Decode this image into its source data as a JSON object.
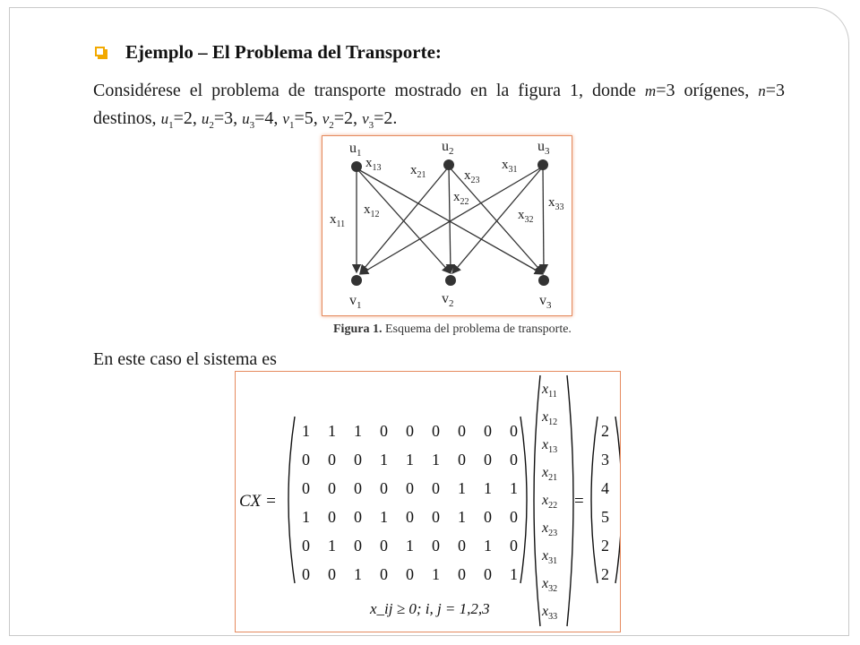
{
  "heading": {
    "text": "Ejemplo – El Problema del Transporte:"
  },
  "intro": {
    "p1": "Considérese el problema de transporte mostrado en la figura 1, donde ",
    "m": "m",
    "eq_m": "=3 orígenes, ",
    "n": "n",
    "eq_n": "=3 destinos, ",
    "u": "u",
    "v": "v",
    "s1": "1",
    "s2": "2",
    "s3": "3",
    "val_u1": "=2, ",
    "val_u2": "=3, ",
    "val_u3": "=4, ",
    "val_v1": "=5, ",
    "val_v2": "=2, ",
    "val_v3": "=2."
  },
  "diagram": {
    "sources": [
      "u1",
      "u2",
      "u3"
    ],
    "destinations": [
      "v1",
      "v2",
      "v3"
    ],
    "edges": [
      "x11",
      "x12",
      "x13",
      "x21",
      "x22",
      "x23",
      "x31",
      "x32",
      "x33"
    ]
  },
  "caption": {
    "label": "Figura 1.",
    "text": " Esquema del problema de transporte."
  },
  "system": {
    "text": "En este caso el sistema es"
  },
  "matrix": {
    "lhs": "CX =",
    "rows": [
      [
        "1",
        "1",
        "1",
        "0",
        "0",
        "0",
        "0",
        "0",
        "0"
      ],
      [
        "0",
        "0",
        "0",
        "1",
        "1",
        "1",
        "0",
        "0",
        "0"
      ],
      [
        "0",
        "0",
        "0",
        "0",
        "0",
        "0",
        "1",
        "1",
        "1"
      ],
      [
        "1",
        "0",
        "0",
        "1",
        "0",
        "0",
        "1",
        "0",
        "0"
      ],
      [
        "0",
        "1",
        "0",
        "0",
        "1",
        "0",
        "0",
        "1",
        "0"
      ],
      [
        "0",
        "0",
        "1",
        "0",
        "0",
        "1",
        "0",
        "0",
        "1"
      ]
    ],
    "vector": [
      "x11",
      "x12",
      "x13",
      "x21",
      "x22",
      "x23",
      "x31",
      "x32",
      "x33"
    ],
    "equals": "=",
    "rhs": [
      "2",
      "3",
      "4",
      "5",
      "2",
      "2"
    ],
    "constraint": "x_ij ≥ 0; i, j = 1,2,3"
  },
  "colors": {
    "bullet": "#f2a900",
    "frame_border": "#e58a5e"
  }
}
